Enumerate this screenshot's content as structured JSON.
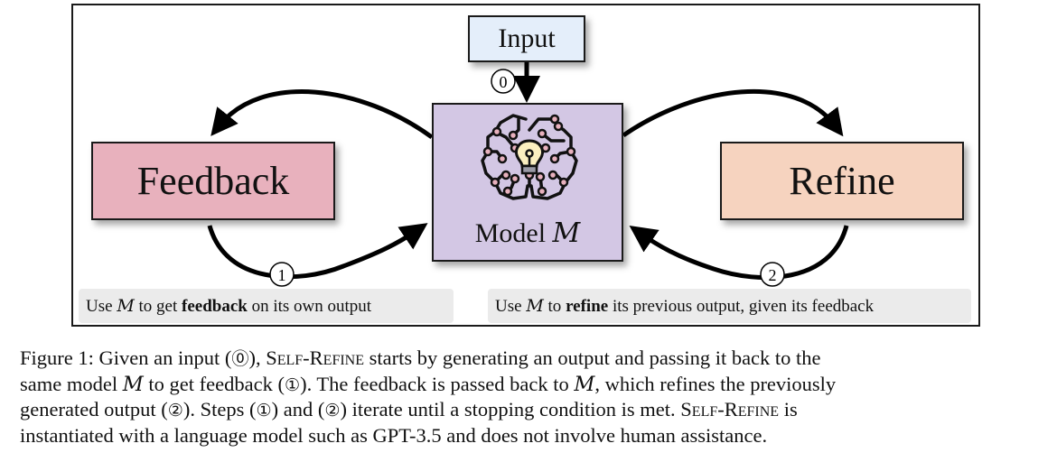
{
  "figure": {
    "nodes": {
      "input": "Input",
      "feedback": "Feedback",
      "refine": "Refine",
      "model": "Model",
      "model_symbol": "M"
    },
    "step_markers": [
      "0",
      "1",
      "2"
    ],
    "notes": {
      "feedback": {
        "pre": "Use ",
        "symbol": "M",
        "mid": " to get ",
        "bold": "feedback",
        "post": " on its own output"
      },
      "refine": {
        "pre": "Use ",
        "symbol": "M",
        "mid": " to ",
        "bold": "refine",
        "post": " its previous output, given its feedback"
      }
    },
    "colors": {
      "input": "#e4eefa",
      "feedback": "#e8b1bd",
      "refine": "#f6d3bf",
      "model": "#d3c7e4",
      "note_bg": "#ebebeb",
      "bulb": "#fbefc0"
    }
  },
  "caption": {
    "line1": {
      "a": "Figure 1: Given an input (",
      "c0": "⓪",
      "b": "), ",
      "sc": "Self-Refine",
      "c": " starts by generating an output and passing it back to the"
    },
    "line2": {
      "a": "same model ",
      "m1": "M",
      "b": " to get feedback (",
      "c1": "①",
      "c": "). The feedback is passed back to ",
      "m2": "M",
      "d": ", which refines the previously"
    },
    "line3": {
      "a": "generated output (",
      "c2": "②",
      "b": "). Steps (",
      "c1": "①",
      "c": ") and (",
      "c2b": "②",
      "d": ") iterate until a stopping condition is met. ",
      "sc": "Self-Refine",
      "e": " is"
    },
    "line4": "instantiated with a language model such as GPT-3.5 and does not involve human assistance."
  }
}
